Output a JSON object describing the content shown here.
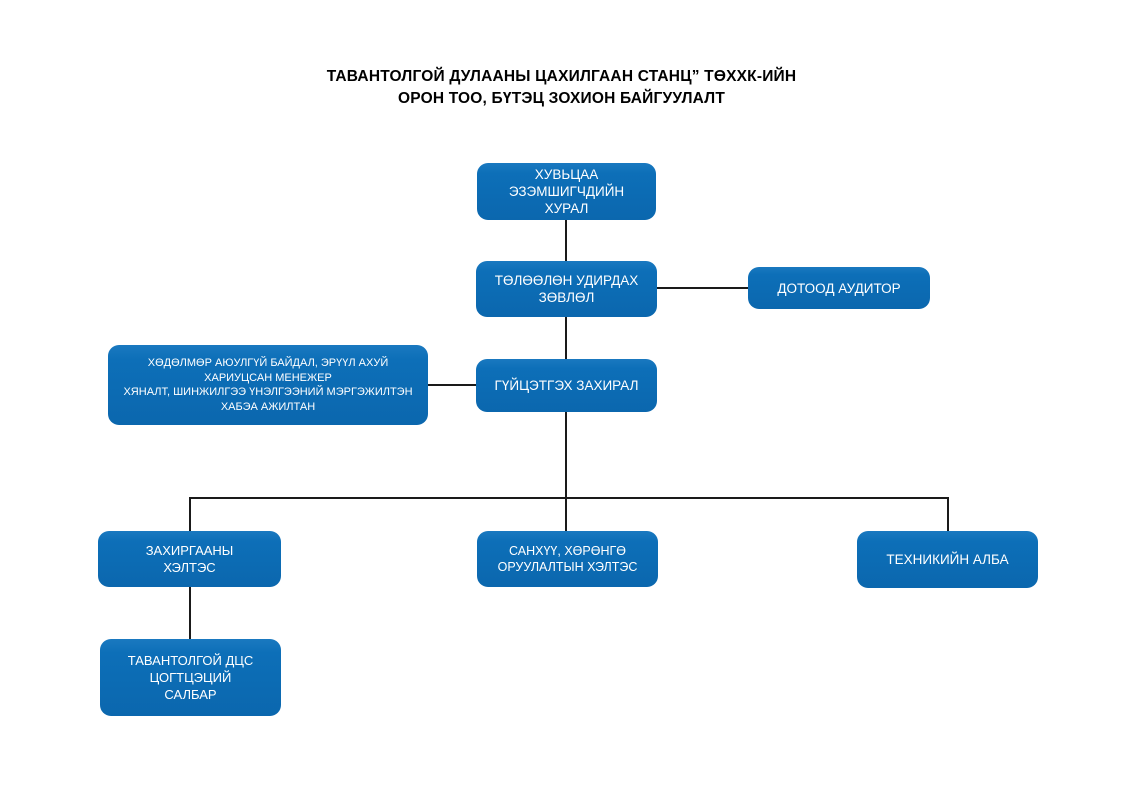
{
  "title": {
    "line1": "ТАВАНТОЛГОЙ ДУЛААНЫ ЦАХИЛГААН СТАНЦ” ТӨХХК-ИЙН",
    "line2": "ОРОН ТОО, БҮТЭЦ ЗОХИОН БАЙГУУЛАЛТ"
  },
  "colors": {
    "box_fill_top": "#1a79c0",
    "box_fill_bottom": "#0b67ae",
    "box_text": "#ffffff",
    "connector_line": "#1a1a1a",
    "title_text": "#000000",
    "background": "#ffffff"
  },
  "org_chart": {
    "nodes": {
      "shareholders_meeting": {
        "label": "ХУВЬЦАА\nЭЗЭМШИГЧДИЙН\nХУРАЛ"
      },
      "board_of_directors": {
        "label": "ТӨЛӨӨЛӨН УДИРДАХ\nЗӨВЛӨЛ"
      },
      "internal_auditor": {
        "label": "ДОТООД АУДИТОР"
      },
      "hse_staff": {
        "label": "ХӨДӨЛМӨР АЮУЛГҮЙ БАЙДАЛ, ЭРҮҮЛ АХУЙ\nХАРИУЦСАН МЕНЕЖЕР\nХЯНАЛТ, ШИНЖИЛГЭЭ ҮНЭЛГЭЭНИЙ МЭРГЭЖИЛТЭН\nХАБЭА АЖИЛТАН"
      },
      "executive_director": {
        "label": "ГҮЙЦЭТГЭХ ЗАХИРАЛ"
      },
      "administration_department": {
        "label": "ЗАХИРГААНЫ\nХЭЛТЭС"
      },
      "finance_investment_department": {
        "label": "САНХҮҮ, ХӨРӨНГӨ\nОРУУЛАЛТЫН ХЭЛТЭС"
      },
      "technical_service": {
        "label": "ТЕХНИКИЙН АЛБА"
      },
      "tavantolgoi_branch": {
        "label": "ТАВАНТОЛГОЙ ДЦС\nЦОГТЦЭЦИЙ\nСАЛБАР"
      }
    },
    "edges": [
      {
        "from": "shareholders_meeting",
        "to": "board_of_directors"
      },
      {
        "from": "board_of_directors",
        "to": "internal_auditor"
      },
      {
        "from": "board_of_directors",
        "to": "executive_director"
      },
      {
        "from": "hse_staff",
        "to": "executive_director"
      },
      {
        "from": "executive_director",
        "to": "administration_department"
      },
      {
        "from": "executive_director",
        "to": "finance_investment_department"
      },
      {
        "from": "executive_director",
        "to": "technical_service"
      },
      {
        "from": "administration_department",
        "to": "tavantolgoi_branch"
      }
    ]
  }
}
